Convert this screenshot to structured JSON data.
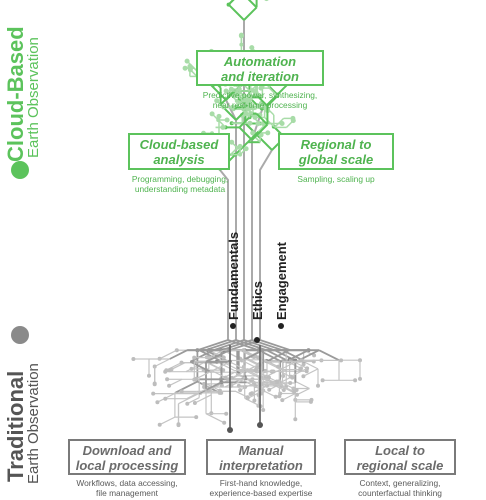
{
  "side_labels": {
    "top_title": "Cloud-Based",
    "top_subtitle": "Earth Observation",
    "bottom_title": "Traditional",
    "bottom_subtitle": "Earth Observation"
  },
  "center_words": [
    "Fundamentals",
    "Ethics",
    "Engagement"
  ],
  "cloud_boxes": [
    {
      "title_line1": "Automation",
      "title_line2": "and iteration",
      "desc_line1": "Predictive power, synthesizing,",
      "desc_line2": "near real-time processing",
      "desc_line3": ""
    },
    {
      "title_line1": "Cloud-based",
      "title_line2": "analysis",
      "desc_line1": "Programming, debugging,",
      "desc_line2": "understanding metadata",
      "desc_line3": ""
    },
    {
      "title_line1": "Regional to",
      "title_line2": "global scale",
      "desc_line1": "Sampling, scaling up",
      "desc_line2": "",
      "desc_line3": ""
    }
  ],
  "traditional_boxes": [
    {
      "title_line1": "Download and",
      "title_line2": "local processing",
      "desc_line1": "Workflows, data accessing,",
      "desc_line2": "file management"
    },
    {
      "title_line1": "Manual",
      "title_line2": "interpretation",
      "desc_line1": "First-hand knowledge,",
      "desc_line2": "experience-based expertise"
    },
    {
      "title_line1": "Local to",
      "title_line2": "regional scale",
      "desc_line1": "Context, generalizing,",
      "desc_line2": "counterfactual thinking"
    }
  ],
  "colors": {
    "green": "#5cc35c",
    "light_green": "#a8dca8",
    "gray": "#8a8a8a",
    "dark_gray": "#555555"
  }
}
